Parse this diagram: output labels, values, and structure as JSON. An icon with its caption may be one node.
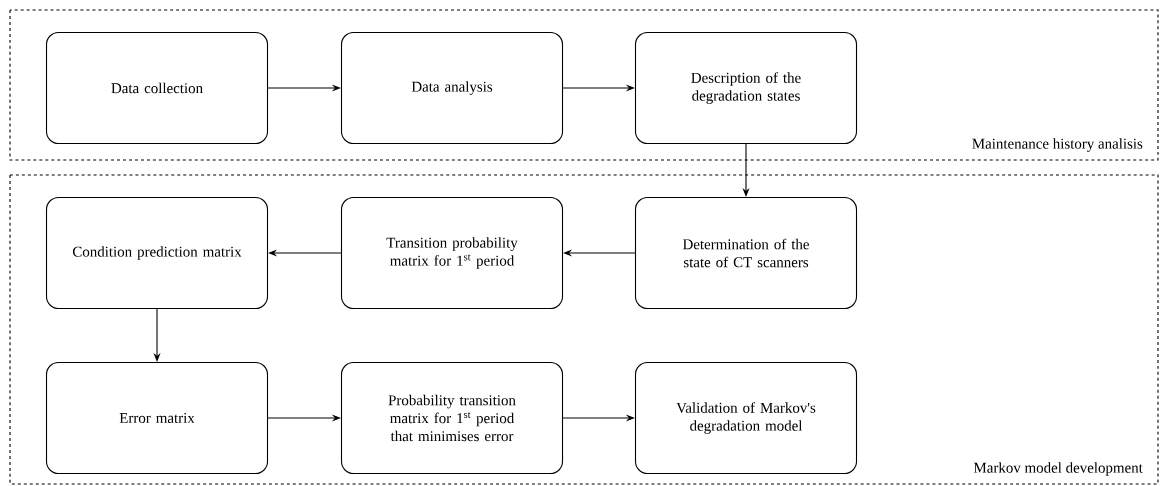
{
  "diagram": {
    "nodes": [
      {
        "text": [
          "Maintenance history analisis"
        ]
      },
      {
        "text": [
          "Data collection"
        ],
        "in": 0
      },
      {
        "text": [
          "Data analysis"
        ],
        "in": 0
      },
      {
        "text": [
          "Description of the degradation states"
        ],
        "in": 0
      },
      {
        "text": [
          "Markov model development"
        ]
      },
      {
        "text": [
          "Condition prediction matrix"
        ],
        "in": 4
      },
      {
        "text": [
          "Transition probability matrix for 1$^{st}$ period"
        ],
        "in": 4
      },
      {
        "text": [
          "Determination of the state of CT scanners"
        ],
        "in": 4
      },
      {
        "text": [
          "Error matrix"
        ],
        "in": 4
      },
      {
        "text": [
          "Probability transition matrix for 1$^{st}$ period that minimises error"
        ],
        "in": 4
      },
      {
        "text": [
          "Validation of Markov's degradation model"
        ],
        "in": 4
      }
    ],
    "edges": [
      {
        "from": 1,
        "to": 2,
        "arrow": "to"
      },
      {
        "from": 2,
        "to": 3,
        "arrow": "to"
      },
      {
        "from": 3,
        "to": 7,
        "arrow": "to"
      },
      {
        "from": 7,
        "to": 6,
        "arrow": "to"
      },
      {
        "from": 6,
        "to": 5,
        "arrow": "to"
      },
      {
        "from": 5,
        "to": 8,
        "arrow": "to"
      },
      {
        "from": 8,
        "to": 9,
        "arrow": "to"
      },
      {
        "from": 9,
        "to": 10,
        "arrow": "to"
      }
    ]
  }
}
